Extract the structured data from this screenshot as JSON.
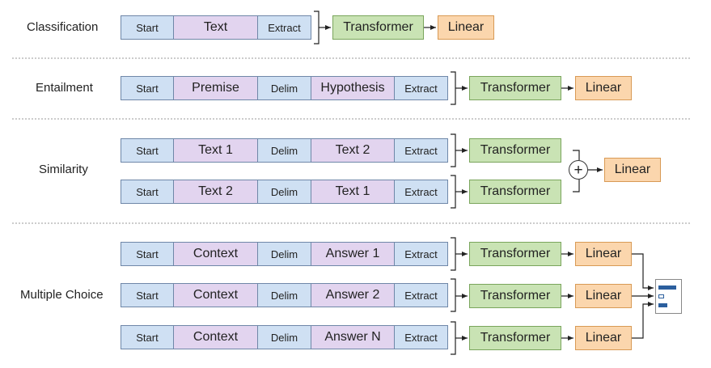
{
  "tasks": {
    "classification": {
      "label": "Classification",
      "tokens": [
        "Start",
        "Text",
        "Extract"
      ],
      "transformer": "Transformer",
      "linear": "Linear"
    },
    "entailment": {
      "label": "Entailment",
      "tokens": [
        "Start",
        "Premise",
        "Delim",
        "Hypothesis",
        "Extract"
      ],
      "transformer": "Transformer",
      "linear": "Linear"
    },
    "similarity": {
      "label": "Similarity",
      "rows": [
        {
          "tokens": [
            "Start",
            "Text 1",
            "Delim",
            "Text 2",
            "Extract"
          ],
          "transformer": "Transformer"
        },
        {
          "tokens": [
            "Start",
            "Text 2",
            "Delim",
            "Text 1",
            "Extract"
          ],
          "transformer": "Transformer"
        }
      ],
      "combine_symbol": "+",
      "linear": "Linear"
    },
    "multiple_choice": {
      "label": "Multiple Choice",
      "rows": [
        {
          "tokens": [
            "Start",
            "Context",
            "Delim",
            "Answer 1",
            "Extract"
          ],
          "transformer": "Transformer",
          "linear": "Linear"
        },
        {
          "tokens": [
            "Start",
            "Context",
            "Delim",
            "Answer 2",
            "Extract"
          ],
          "transformer": "Transformer",
          "linear": "Linear"
        },
        {
          "tokens": [
            "Start",
            "Context",
            "Delim",
            "Answer N",
            "Extract"
          ],
          "transformer": "Transformer",
          "linear": "Linear"
        }
      ],
      "output_icon": "softmax-bars-icon"
    }
  },
  "colors": {
    "token_blue": "#cfe0f3",
    "token_purple": "#e2d4ef",
    "transformer_green": "#c9e3b4",
    "linear_orange": "#fbd6ad",
    "separator": "#9a9a9a"
  }
}
